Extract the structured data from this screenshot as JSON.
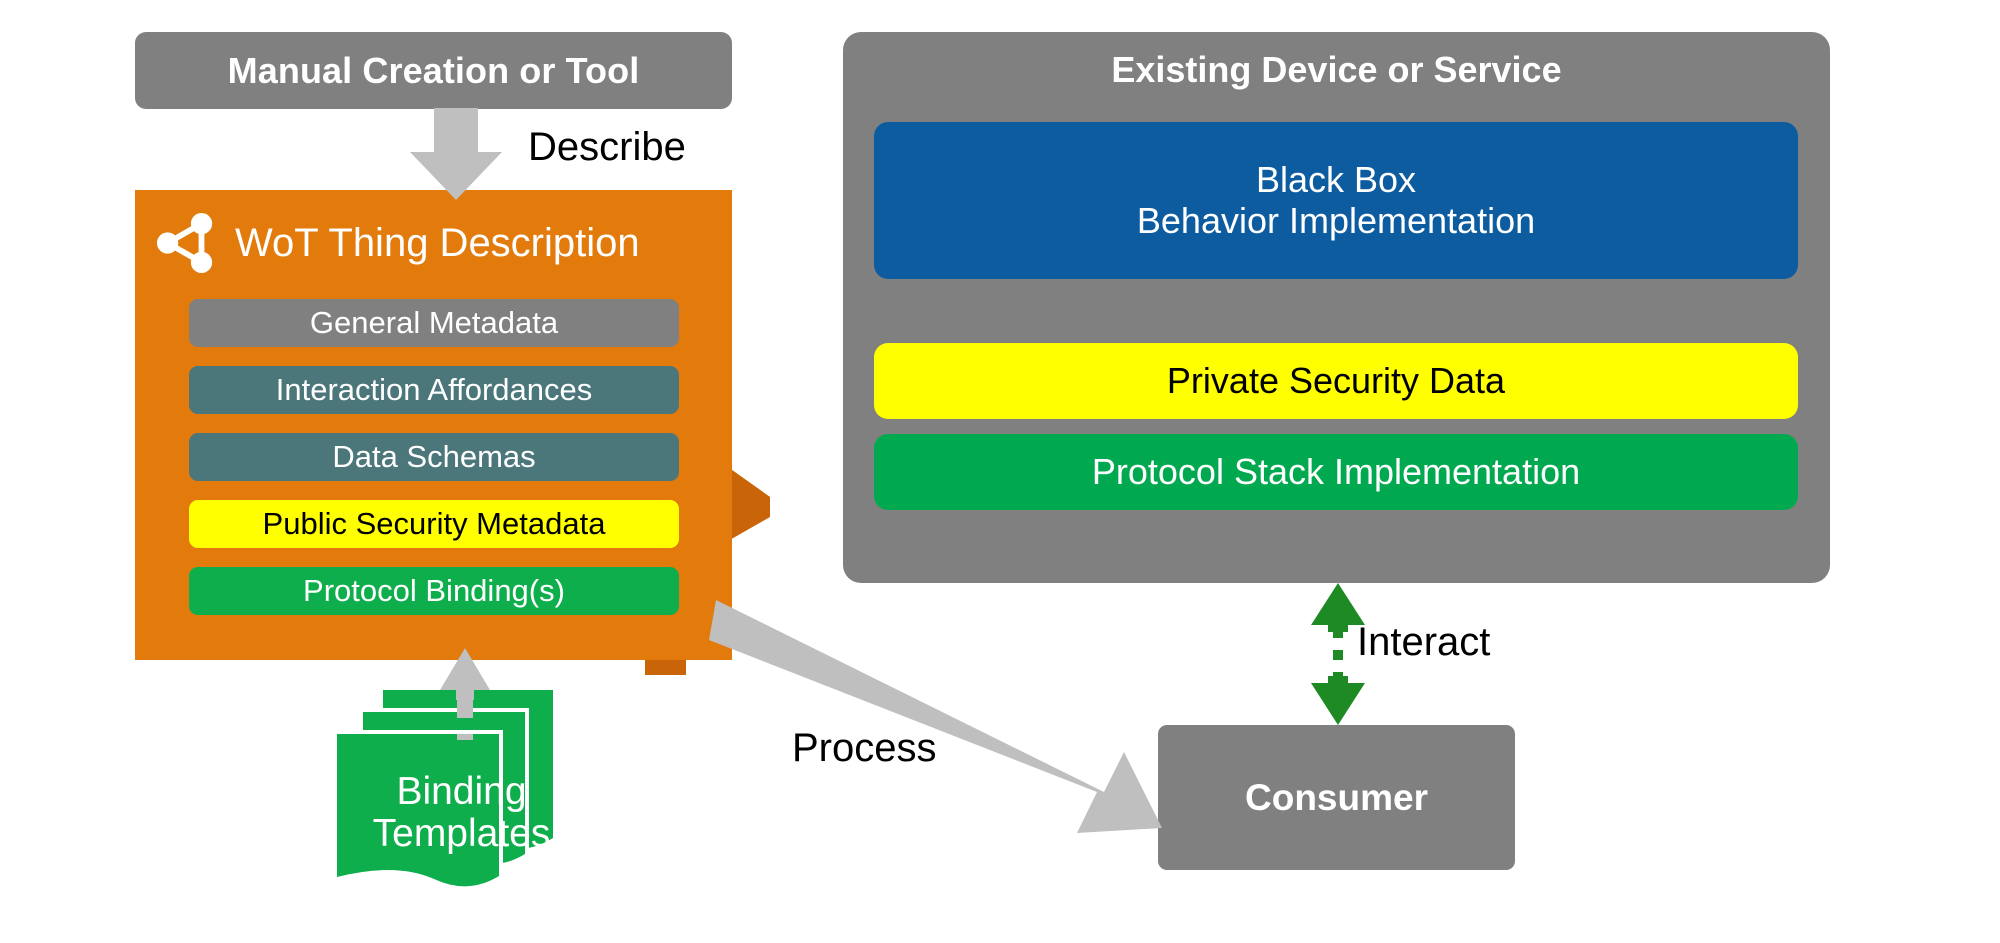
{
  "diagram": {
    "title": "WoT Thing Description architecture overview",
    "background": "#FFFFFF"
  },
  "colors": {
    "gray": "#808080",
    "orange": "#E27A0C",
    "orange_fold": "#C96508",
    "teal": "#4B767A",
    "yellow": "#FFFF00",
    "green": "#0FAE4D",
    "green_device": "#00A94F",
    "blue": "#0E5CA0",
    "arrow_gray": "#BFBFBF",
    "interact_green": "#1E8A23",
    "text_light": "#FFFFFF",
    "text_dark": "#000000"
  },
  "left_column": {
    "manual_box": {
      "label": "Manual Creation or Tool"
    },
    "describe_arrow_label": "Describe",
    "thing_description": {
      "title": "WoT Thing Description",
      "icon": "wot-graph-icon",
      "bands": [
        {
          "label": "General Metadata",
          "fill": "#808080",
          "text": "#FFFFFF"
        },
        {
          "label": "Interaction Affordances",
          "fill": "#4B767A",
          "text": "#FFFFFF"
        },
        {
          "label": "Data Schemas",
          "fill": "#4B767A",
          "text": "#FFFFFF"
        },
        {
          "label": "Public Security Metadata",
          "fill": "#FFFF00",
          "text": "#000000"
        },
        {
          "label": "Protocol Binding(s)",
          "fill": "#0FAE4D",
          "text": "#FFFFFF"
        }
      ]
    },
    "binding_templates": {
      "line1": "Binding",
      "line2": "Templates"
    }
  },
  "right_column": {
    "device_panel": {
      "title": "Existing Device or Service",
      "bands": [
        {
          "line1": "Black Box",
          "line2": "Behavior Implementation",
          "fill": "#0E5CA0",
          "text": "#FFFFFF"
        },
        {
          "line1": "Private Security Data",
          "line2": "",
          "fill": "#FFFF00",
          "text": "#000000"
        },
        {
          "line1": "Protocol Stack Implementation",
          "line2": "",
          "fill": "#00A94F",
          "text": "#FFFFFF"
        }
      ]
    },
    "interact_arrow_label": "Interact",
    "consumer_box": {
      "label": "Consumer"
    }
  },
  "connectors": {
    "process_arrow_label": "Process"
  }
}
